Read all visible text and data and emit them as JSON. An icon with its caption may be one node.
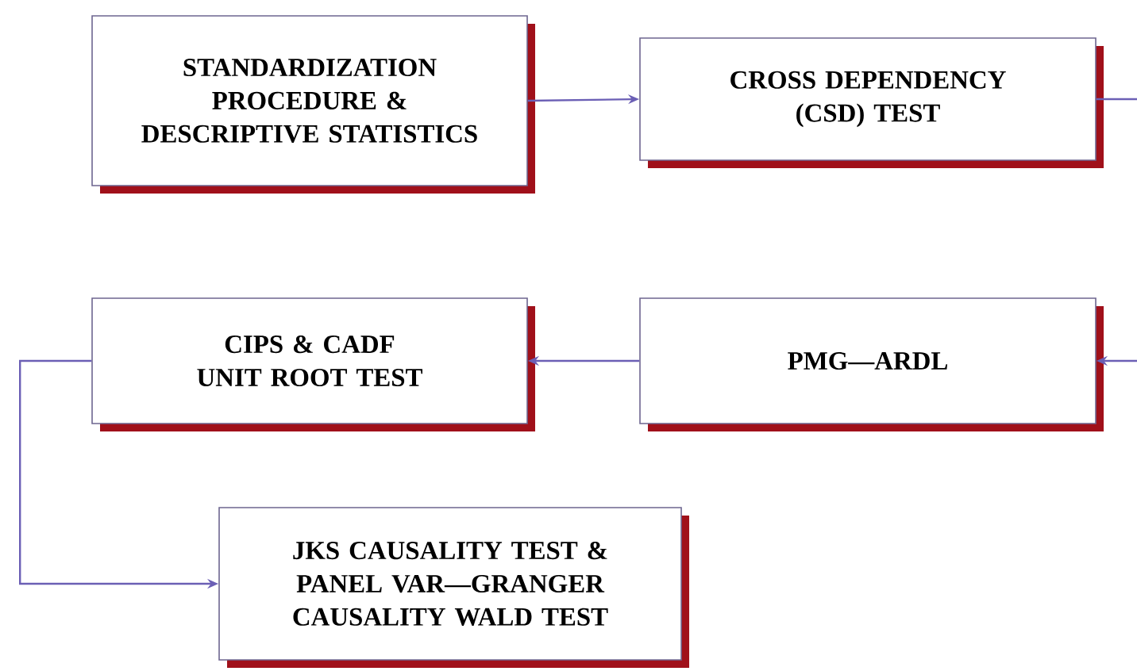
{
  "diagram": {
    "nodes": [
      {
        "text": [
          "STANDARDIZATION PROCEDURE & DESCRIPTIVE STATISTICS"
        ]
      },
      {
        "text": [
          "CROSS DEPENDENCY (CSD) TEST"
        ]
      },
      {
        "text": [
          "CIPS & CADF UNIT ROOT TEST"
        ]
      },
      {
        "text": [
          "PMG—ARDL"
        ]
      },
      {
        "text": [
          "JKS CAUSALITY TEST & PANEL VAR—GRANGER CAUSALITY WALD TEST"
        ]
      }
    ],
    "edges": [
      {
        "from": 0,
        "to": 1,
        "arrow": "to"
      },
      {
        "from": 1,
        "to": null,
        "arrow": "none"
      },
      {
        "from": null,
        "to": 3,
        "arrow": "to"
      },
      {
        "from": 3,
        "to": 2,
        "arrow": "to"
      },
      {
        "from": 2,
        "to": 4,
        "arrow": "to"
      }
    ]
  }
}
